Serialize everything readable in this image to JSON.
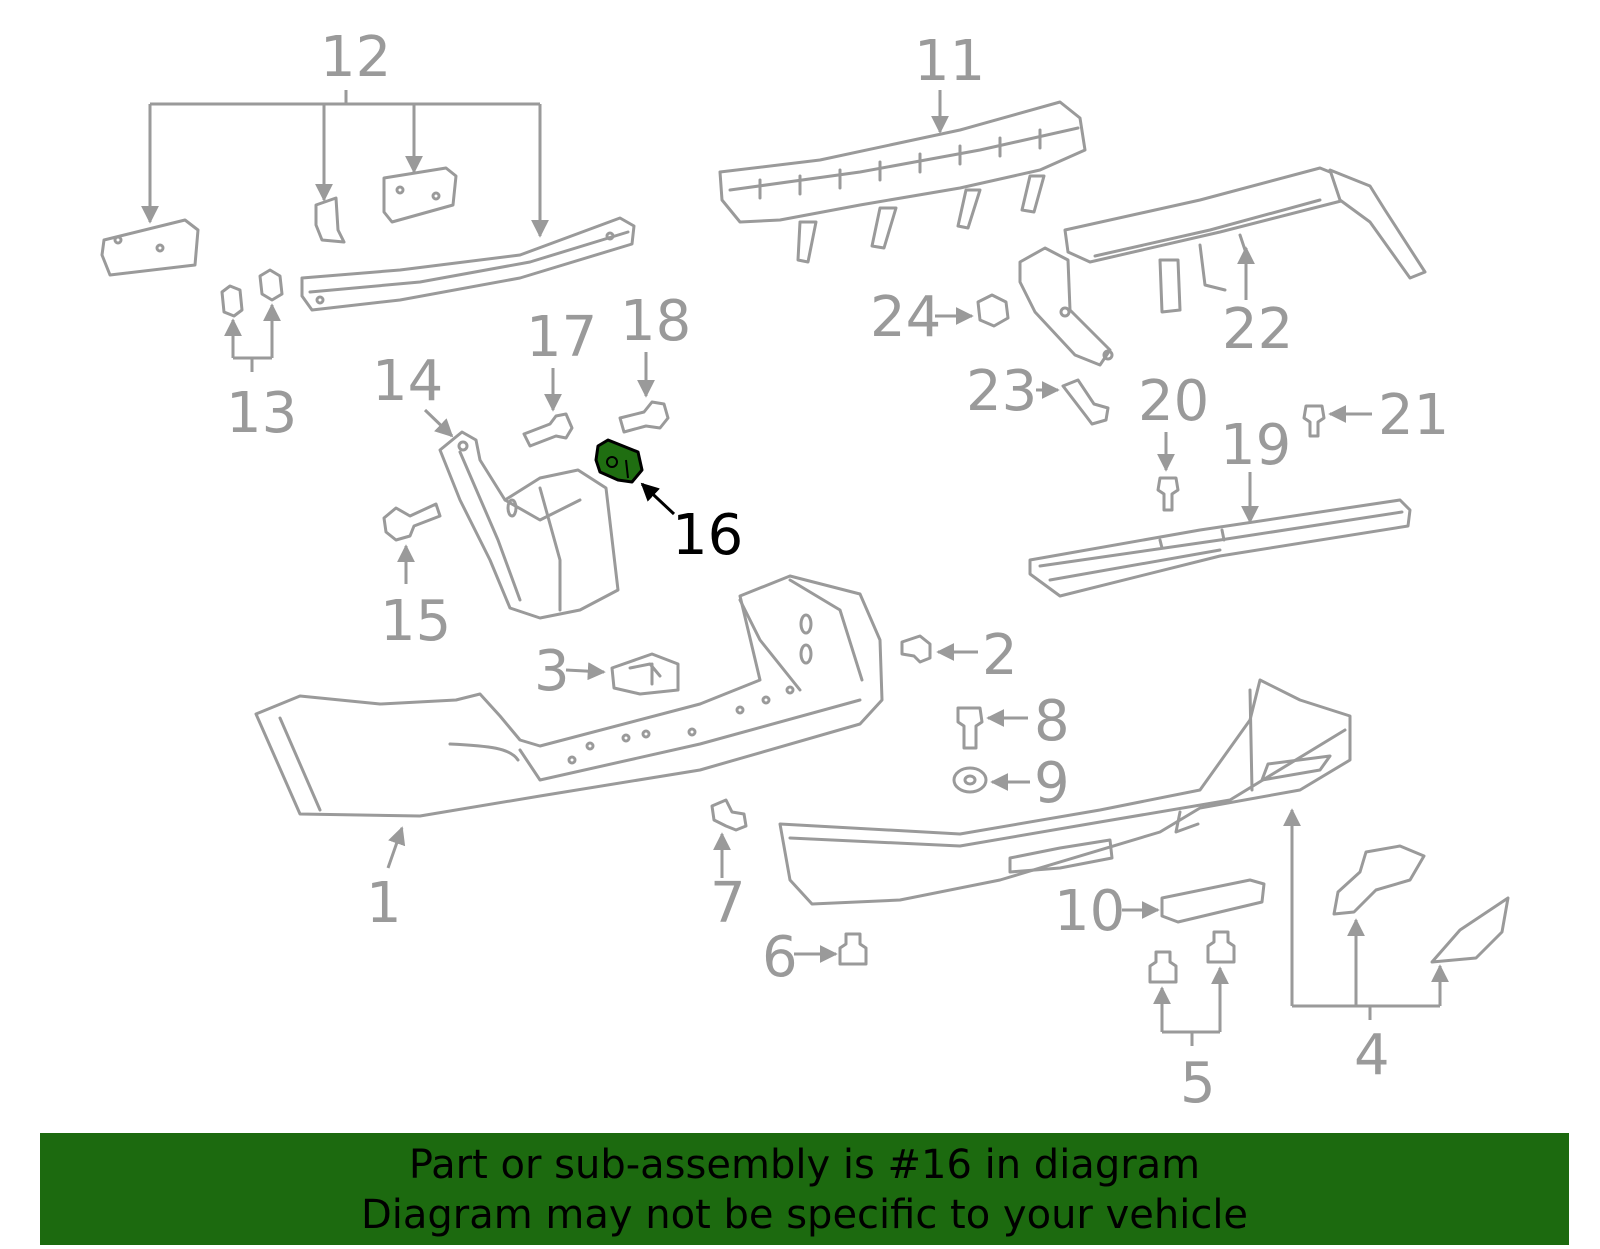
{
  "callouts": {
    "n1": "1",
    "n2": "2",
    "n3": "3",
    "n4": "4",
    "n5": "5",
    "n6": "6",
    "n7": "7",
    "n8": "8",
    "n9": "9",
    "n10": "10",
    "n11": "11",
    "n12": "12",
    "n13": "13",
    "n14": "14",
    "n15": "15",
    "n16": "16",
    "n17": "17",
    "n18": "18",
    "n19": "19",
    "n20": "20",
    "n21": "21",
    "n22": "22",
    "n23": "23",
    "n24": "24"
  },
  "highlighted_part": "16",
  "colors": {
    "highlight_fill": "#1f6e11",
    "banner_bg": "#1c6a0f",
    "part_stroke": "#9a9a9a"
  },
  "banner": {
    "line1": "Part or sub-assembly is #16 in diagram",
    "line2": "Diagram may not be specific to your vehicle"
  }
}
